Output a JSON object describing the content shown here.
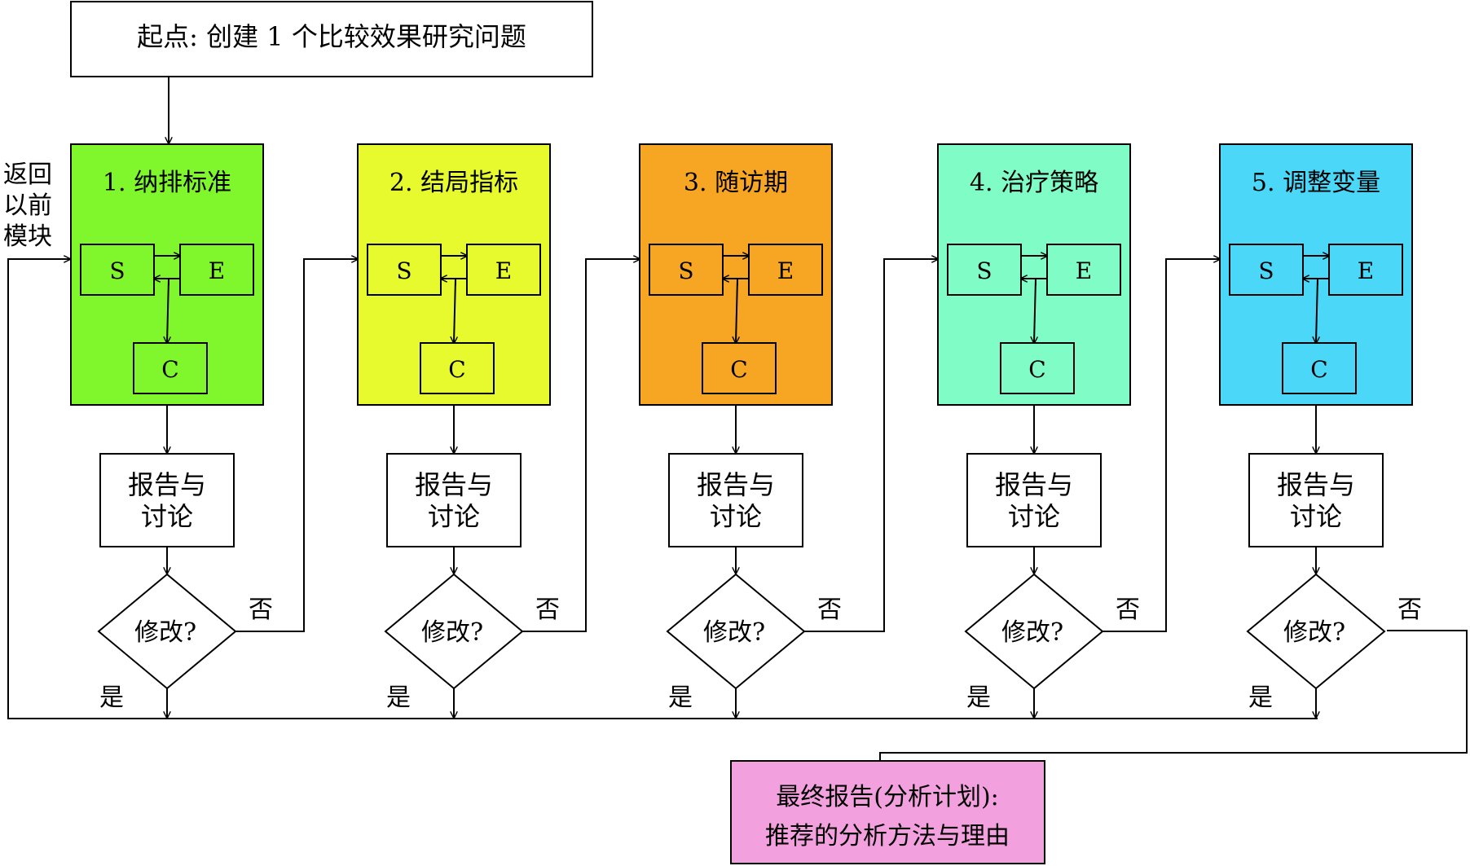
{
  "start": {
    "label": "起点: 创建 1 个比较效果研究问题"
  },
  "side_label": [
    "返回",
    "以前",
    "模块"
  ],
  "modules": [
    {
      "title": "1. 纳排标准",
      "color": "#80f72c"
    },
    {
      "title": "2. 结局指标",
      "color": "#e6fa2d"
    },
    {
      "title": "3. 随访期",
      "color": "#f7a623"
    },
    {
      "title": "4. 治疗策略",
      "color": "#80fcc7"
    },
    {
      "title": "5. 调整变量",
      "color": "#4bd7f7"
    }
  ],
  "sub_boxes": {
    "s": "S",
    "e": "E",
    "c": "C"
  },
  "report_box": [
    "报告与",
    "讨论"
  ],
  "decision": "修改?",
  "no_label": "否",
  "yes_label": "是",
  "final": {
    "lines": [
      "最终报告(分析计划):",
      "推荐的分析方法与理由"
    ],
    "color": "#f3a0de"
  }
}
